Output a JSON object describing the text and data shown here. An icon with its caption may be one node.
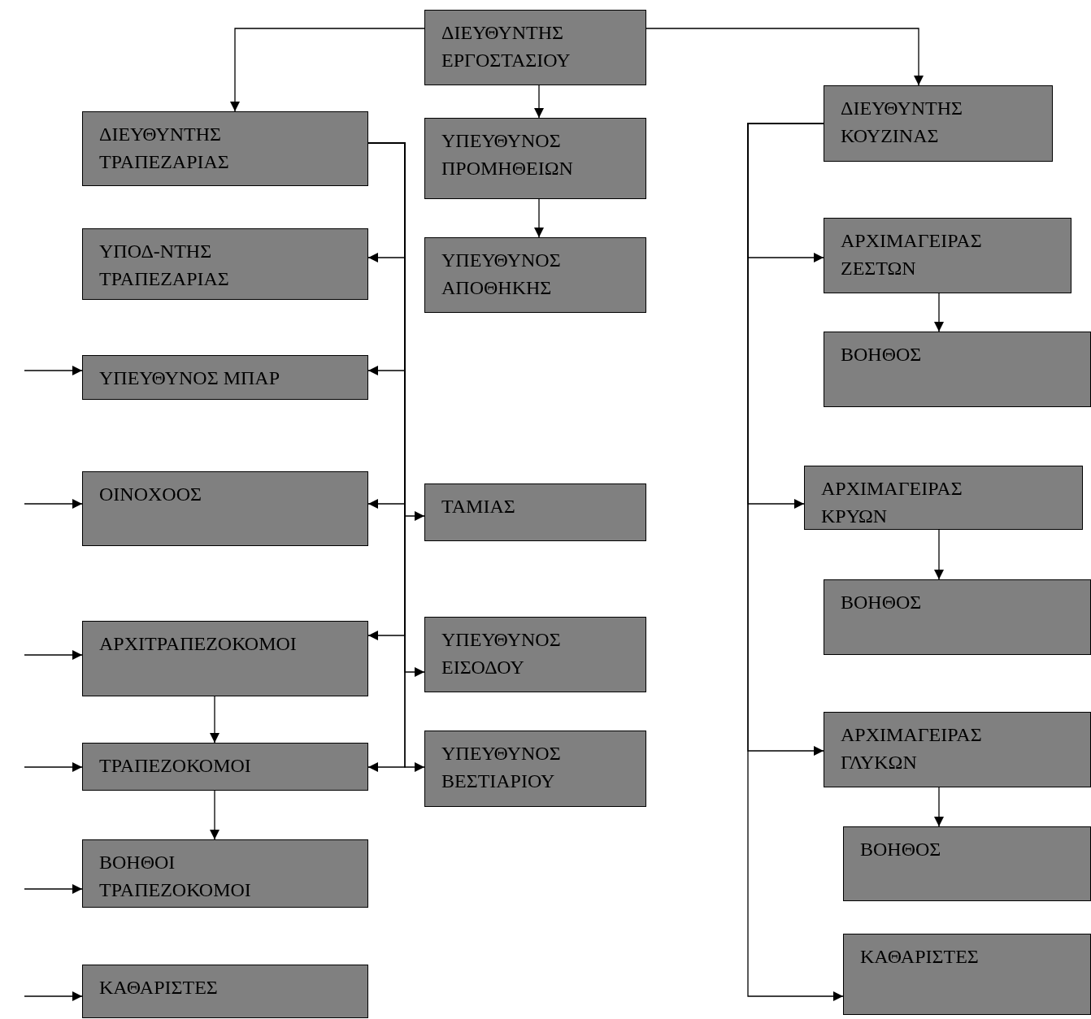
{
  "diagram": {
    "nodes": [
      {
        "text": [
          "ΔΙΕΥΘΥΝΤΗΣ ΕΡΓΟΣΤΑΣΙΟΥ"
        ]
      },
      {
        "text": [
          "ΔΙΕΥΘΥΝΤΗΣ ΤΡΑΠΕΖΑΡΙΑΣ"
        ]
      },
      {
        "text": [
          "ΥΠΕΥΘΥΝΟΣ ΠΡΟΜΗΘΕΙΩΝ"
        ]
      },
      {
        "text": [
          "ΔΙΕΥΘΥΝΤΗΣ ΚΟΥΖΙΝΑΣ"
        ]
      },
      {
        "text": [
          "ΥΠΟΔ-ΝΤΗΣ ΤΡΑΠΕΖΑΡΙΑΣ"
        ]
      },
      {
        "text": [
          "ΥΠΕΥΘΥΝΟΣ ΑΠΟΘΗΚΗΣ"
        ]
      },
      {
        "text": [
          "ΑΡΧΙΜΑΓΕΙΡΑΣ ΖΕΣΤΩΝ"
        ]
      },
      {
        "text": [
          "ΒΟΗΘΟΣ"
        ]
      },
      {
        "text": [
          "ΥΠΕΥΘΥΝΟΣ ΜΠΑΡ"
        ]
      },
      {
        "text": [
          "ΟΙΝΟΧΟΟΣ"
        ]
      },
      {
        "text": [
          "ΤΑΜΙΑΣ"
        ]
      },
      {
        "text": [
          "ΑΡΧΙΜΑΓΕΙΡΑΣ ΚΡΥΩΝ"
        ]
      },
      {
        "text": [
          "ΒΟΗΘΟΣ"
        ]
      },
      {
        "text": [
          "ΑΡΧΙΤΡΑΠΕΖΟΚΟΜΟΙ"
        ]
      },
      {
        "text": [
          "ΥΠΕΥΘΥΝΟΣ ΕΙΣΟΔΟΥ"
        ]
      },
      {
        "text": [
          "ΑΡΧΙΜΑΓΕΙΡΑΣ ΓΛΥΚΩΝ"
        ]
      },
      {
        "text": [
          "ΤΡΑΠΕΖΟΚΟΜΟΙ"
        ]
      },
      {
        "text": [
          "ΥΠΕΥΘΥΝΟΣ ΒΕΣΤΙΑΡΙΟΥ"
        ]
      },
      {
        "text": [
          "ΒΟΗΘΟΣ"
        ]
      },
      {
        "text": [
          "ΒΟΗΘΟΙ ΤΡΑΠΕΖΟΚΟΜΟΙ"
        ]
      },
      {
        "text": [
          "ΚΑΘΑΡΙΣΤΕΣ"
        ]
      },
      {
        "text": [
          "ΚΑΘΑΡΙΣΤΕΣ"
        ]
      }
    ],
    "edges": [
      {
        "from": 0,
        "to": 1,
        "arrow": "to"
      },
      {
        "from": 0,
        "to": 2,
        "arrow": "to"
      },
      {
        "from": 0,
        "to": 3,
        "arrow": "to"
      },
      {
        "from": 2,
        "to": 5,
        "arrow": "to"
      },
      {
        "from": 1,
        "to": 4,
        "arrow": "to"
      },
      {
        "from": 1,
        "to": 8,
        "arrow": "to"
      },
      {
        "from": 1,
        "to": 9,
        "arrow": "to"
      },
      {
        "from": 1,
        "to": 10,
        "arrow": "to"
      },
      {
        "from": 1,
        "to": 13,
        "arrow": "to"
      },
      {
        "from": 1,
        "to": 14,
        "arrow": "to"
      },
      {
        "from": 1,
        "to": 16,
        "arrow": "to"
      },
      {
        "from": 1,
        "to": 17,
        "arrow": "to"
      },
      {
        "from": 3,
        "to": 6,
        "arrow": "to"
      },
      {
        "from": 3,
        "to": 11,
        "arrow": "to"
      },
      {
        "from": 3,
        "to": 15,
        "arrow": "to"
      },
      {
        "from": 3,
        "to": 20,
        "arrow": "to"
      },
      {
        "from": 6,
        "to": 7,
        "arrow": "to"
      },
      {
        "from": 11,
        "to": 12,
        "arrow": "to"
      },
      {
        "from": 15,
        "to": 18,
        "arrow": "to"
      },
      {
        "from": 13,
        "to": 16,
        "arrow": "to"
      },
      {
        "from": 16,
        "to": 19,
        "arrow": "to"
      },
      {
        "from": null,
        "to": 8,
        "arrow": "to"
      },
      {
        "from": null,
        "to": 9,
        "arrow": "to"
      },
      {
        "from": null,
        "to": 13,
        "arrow": "to"
      },
      {
        "from": null,
        "to": 16,
        "arrow": "to"
      },
      {
        "from": null,
        "to": 19,
        "arrow": "to"
      },
      {
        "from": null,
        "to": 21,
        "arrow": "to"
      }
    ]
  }
}
